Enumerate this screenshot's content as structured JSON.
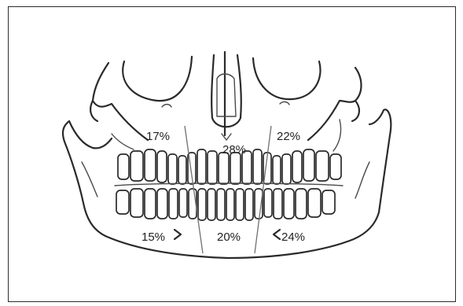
{
  "labels": {
    "upper_left": "17%",
    "upper_center": "28%",
    "upper_right": "22%",
    "lower_left": "15%",
    "lower_center": "20%",
    "lower_right": "24%"
  },
  "colors": {
    "line": "#2a2a2a",
    "divider": "#707070",
    "background": "#ffffff"
  }
}
